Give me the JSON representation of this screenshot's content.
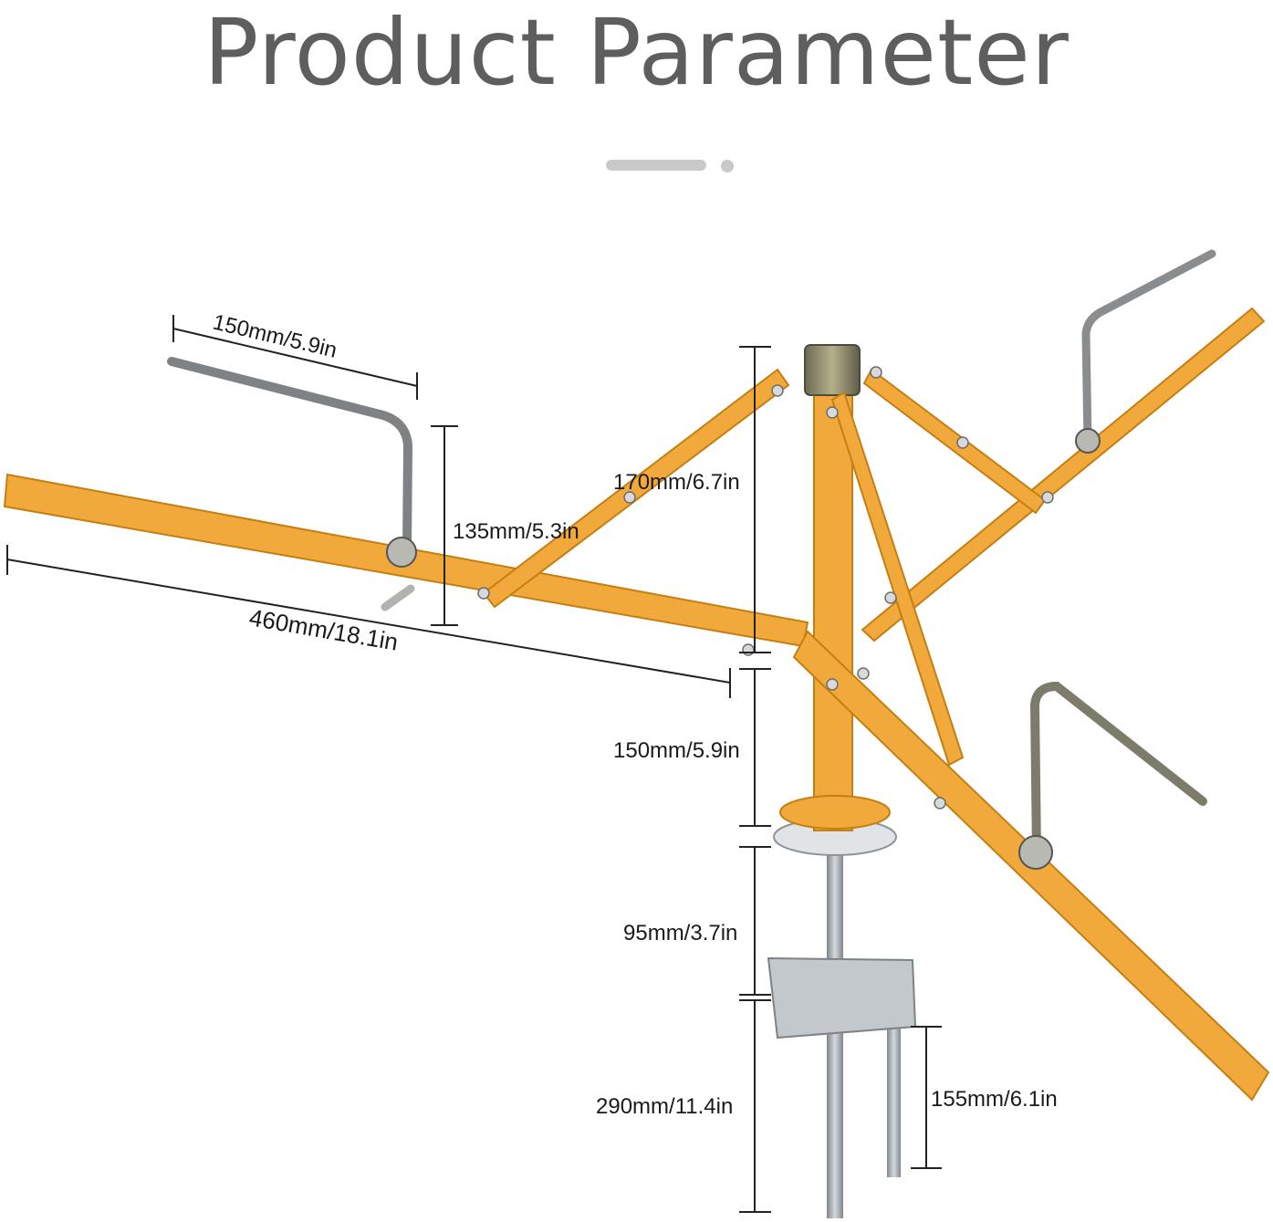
{
  "title": "Product Parameter",
  "colors": {
    "frame": "#f2a93b",
    "frame_edge": "#c57e12",
    "steel": "#a9aeb3",
    "dim_line": "#222222",
    "title": "#5e5e5e"
  },
  "dimensions": {
    "handle_length": "150mm/5.9in",
    "handle_height": "135mm/5.3in",
    "arm_length": "460mm/18.1in",
    "upper_post": "170mm/6.7in",
    "lower_post": "150mm/5.9in",
    "base_to_plate": "95mm/3.7in",
    "main_spike": "290mm/11.4in",
    "short_spike": "155mm/6.1in"
  }
}
